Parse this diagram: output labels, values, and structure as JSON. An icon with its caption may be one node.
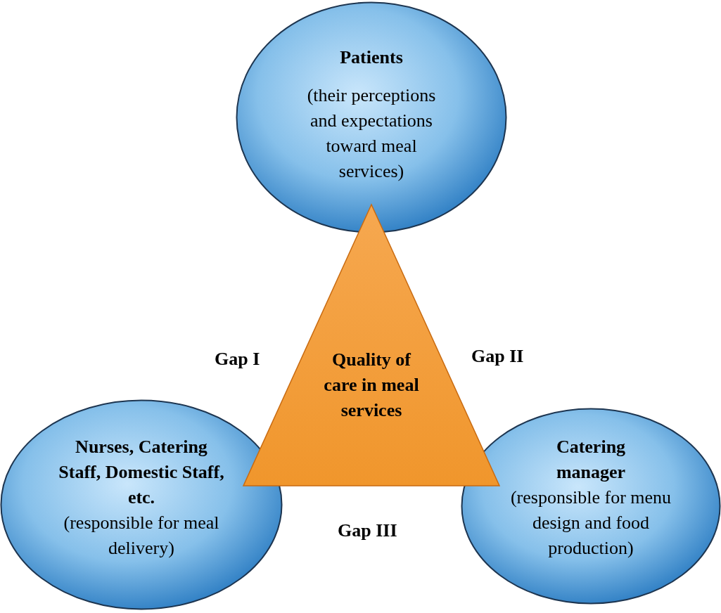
{
  "diagram": {
    "nodes": [
      {
        "text": [
          "Patients",
          "(their perceptions and expectations toward meal services)"
        ]
      },
      {
        "text": [
          "Quality of care in meal services"
        ]
      },
      {
        "text": [
          "Nurses, Catering Staff, Domestic Staff, etc.",
          "(responsible for meal delivery)"
        ]
      },
      {
        "text": [
          "Catering manager",
          "(responsible for menu design and food production)"
        ]
      }
    ],
    "labels": [
      "Gap I",
      "Gap II",
      "Gap III"
    ]
  }
}
